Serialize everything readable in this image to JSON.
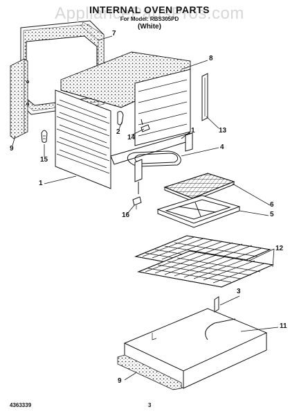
{
  "header": {
    "title": "INTERNAL OVEN PARTS",
    "model": "For Model: RBS305PD",
    "color": "(White)",
    "watermark": "AppliancePartsPros.com"
  },
  "callouts": [
    "7",
    "8",
    "9",
    "15",
    "2",
    "14",
    "1",
    "13",
    "4",
    "1",
    "16",
    "6",
    "5",
    "12",
    "3",
    "11",
    "9"
  ],
  "footer": {
    "doc_number": "4363339",
    "page_number": "3"
  },
  "colors": {
    "ink": "#111111",
    "paper": "#ffffff",
    "watermark": "#c9c9c9"
  }
}
